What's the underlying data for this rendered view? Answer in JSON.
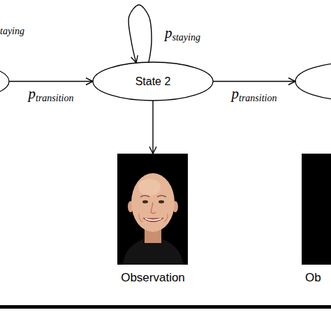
{
  "diagram": {
    "nodes": [
      {
        "text": []
      },
      {
        "text": [
          "State 2"
        ]
      },
      {
        "text": []
      },
      {
        "text": [
          "Observation"
        ]
      },
      {
        "text": [
          "Ob"
        ]
      }
    ],
    "edges": [
      {
        "from": 0,
        "to": 1,
        "arrow": "to",
        "label": "ptransition"
      },
      {
        "from": 1,
        "to": 1,
        "arrow": "to",
        "label": "pstaying"
      },
      {
        "from": 1,
        "to": 2,
        "arrow": "to",
        "label": "ptransition"
      },
      {
        "from": 1,
        "to": 3,
        "arrow": "to"
      }
    ],
    "labels": [
      "taying"
    ]
  }
}
